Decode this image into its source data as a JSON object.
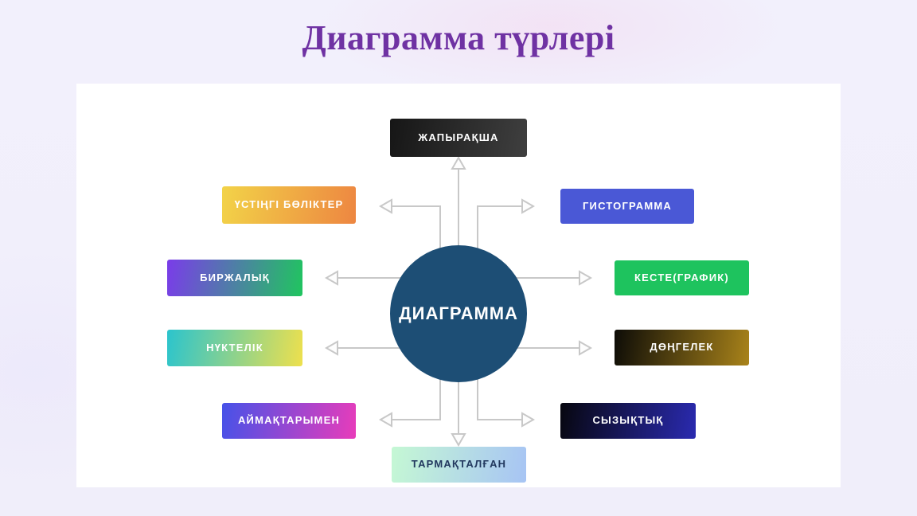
{
  "slide": {
    "title": "Диаграмма түрлері",
    "title_color": "#6f32a3"
  },
  "diagram": {
    "connector_color": "#c8c8c8",
    "center": {
      "label": "ДИАГРАММА",
      "color": "#1d4e75",
      "text_color": "#ffffff"
    },
    "nodes": [
      {
        "id": "zhapyraksha",
        "label": "ЖАПЫРАҚША",
        "position": "top",
        "gradient": [
          "#161616",
          "#3f3f3f"
        ],
        "text_color": "#ffffff"
      },
      {
        "id": "ustingi-bolikter",
        "label": "ҮСТІҢГІ БӨЛІКТЕР",
        "position": "upper-left",
        "gradient": [
          "#f2d348",
          "#ed8641"
        ],
        "text_color": "#ffffff"
      },
      {
        "id": "gistogramma",
        "label": "ГИСТОГРАММА",
        "position": "upper-right",
        "gradient": [
          "#4a58d6",
          "#4a58d6"
        ],
        "text_color": "#ffffff"
      },
      {
        "id": "birzhalyk",
        "label": "БИРЖАЛЫҚ",
        "position": "middle-left",
        "gradient": [
          "#7a3ce9",
          "#20c55f"
        ],
        "text_color": "#ffffff"
      },
      {
        "id": "keste-grafik",
        "label": "КЕСТЕ(ГРАФИК)",
        "position": "middle-right",
        "gradient": [
          "#1ec35e",
          "#1ec35e"
        ],
        "text_color": "#ffffff"
      },
      {
        "id": "nuktelik",
        "label": "НҮКТЕЛІК",
        "position": "lower-left",
        "gradient": [
          "#2bc4cd",
          "#eee04d"
        ],
        "text_color": "#ffffff"
      },
      {
        "id": "dongelek",
        "label": "ДӨҢГЕЛЕК",
        "position": "lower-right",
        "gradient": [
          "#0d0c07",
          "#a9831a"
        ],
        "text_color": "#ffffff"
      },
      {
        "id": "aimaktarymen",
        "label": "АЙМАҚТАРЫМЕН",
        "position": "bottom-left",
        "gradient": [
          "#4652e8",
          "#e83cba"
        ],
        "text_color": "#ffffff"
      },
      {
        "id": "syzyktyk",
        "label": "СЫЗЫҚТЫҚ",
        "position": "bottom-right",
        "gradient": [
          "#07070f",
          "#2a2ab0"
        ],
        "text_color": "#ffffff"
      },
      {
        "id": "tarmaktalgan",
        "label": "ТАРМАҚТАЛҒАН",
        "position": "bottom",
        "gradient": [
          "#c5f8d4",
          "#a7c4f4"
        ],
        "text_color": "#22395f"
      }
    ]
  }
}
